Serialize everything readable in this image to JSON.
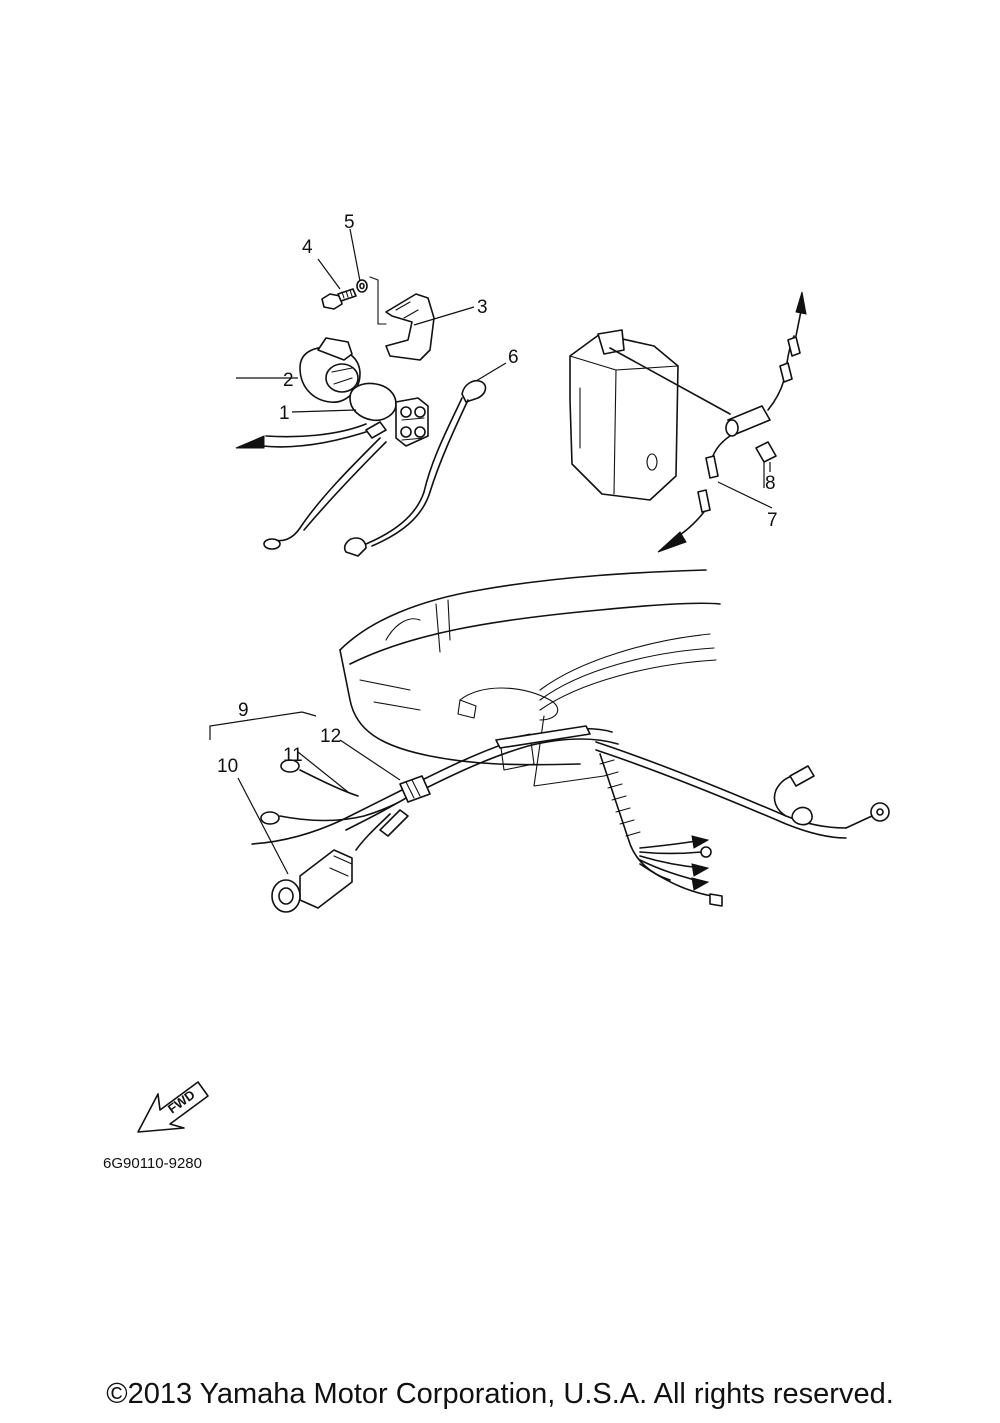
{
  "diagram": {
    "callouts": {
      "c1": "1",
      "c2": "2",
      "c3": "3",
      "c4": "4",
      "c5": "5",
      "c6": "6",
      "c7": "7",
      "c8": "8",
      "c9": "9",
      "c10": "10",
      "c11": "11",
      "c12": "12"
    },
    "fwd_label": "FWD",
    "figure_code": "6G90110-9280"
  },
  "footer": {
    "copyright": "©2013 Yamaha Motor Corporation, U.S.A. All rights reserved."
  }
}
